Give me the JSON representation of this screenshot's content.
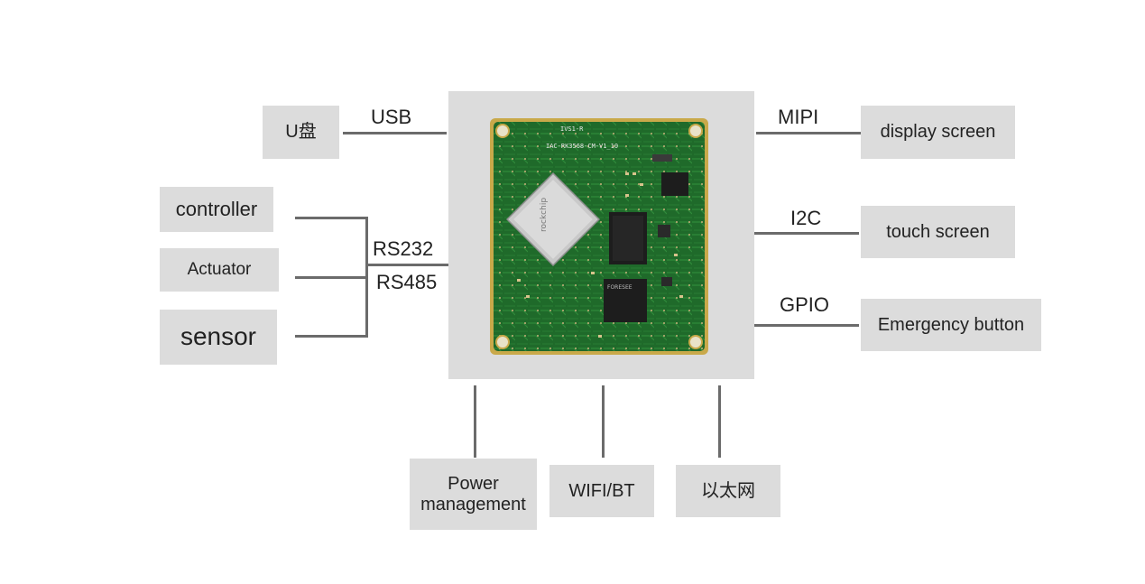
{
  "left": {
    "udisk": "U盘",
    "usb": "USB",
    "controller": "controller",
    "actuator": "Actuator",
    "sensor": "sensor",
    "rs232": "RS232",
    "rs485": "RS485"
  },
  "right": {
    "mipi": "MIPI",
    "display": "display screen",
    "i2c": "I2C",
    "touch": "touch screen",
    "gpio": "GPIO",
    "emergency": "Emergency button"
  },
  "bottom": {
    "power_line1": "Power",
    "power_line2": "management",
    "wifi": "WIFI/BT",
    "ethernet": "以太网"
  },
  "board": {
    "silk_top1": "IVS1-R",
    "silk_top2": "IAC-RK3568-CM-V1_10",
    "chip_brand": "rockchip",
    "ram_brand": "FORESEE"
  }
}
